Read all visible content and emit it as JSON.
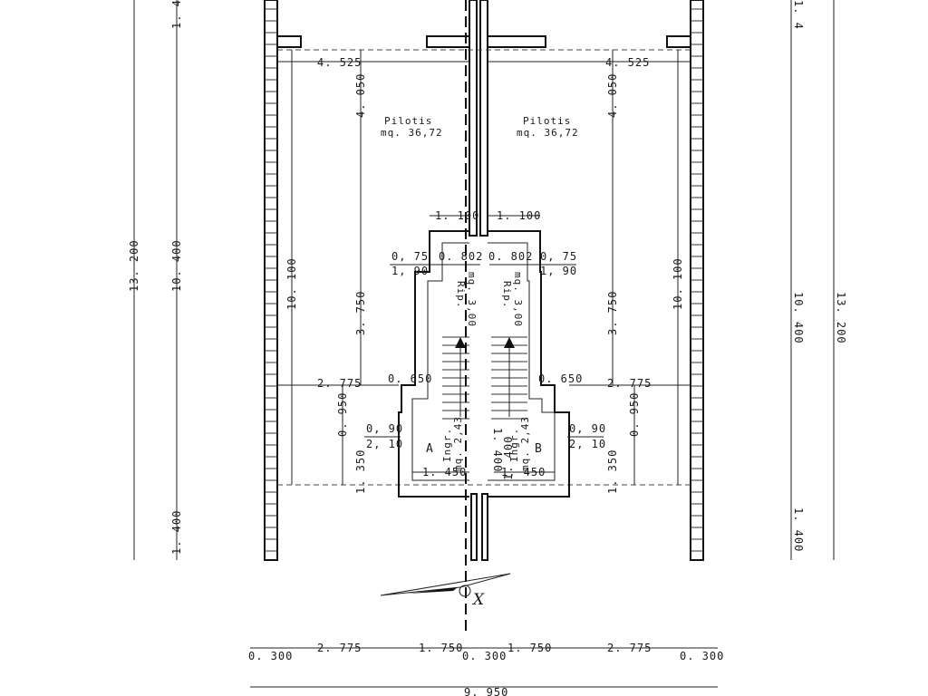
{
  "rooms": {
    "pilotis_left": {
      "name": "Pilotis",
      "area": "mq. 36,72"
    },
    "pilotis_right": {
      "name": "Pilotis",
      "area": "mq. 36,72"
    },
    "rip_left": {
      "name": "Rip.",
      "area": "mq. 3,00"
    },
    "rip_right": {
      "name": "Rip.",
      "area": "mq. 3,00"
    },
    "ingr_left": {
      "name": "Ingr.",
      "area": "mq. 2,43"
    },
    "ingr_right": {
      "name": "Ingr.",
      "area": "mq. 2,43"
    }
  },
  "unit_labels": {
    "left": "A",
    "right": "B"
  },
  "orientation_label": "X",
  "dimensions": {
    "top_left_h": "4. 525",
    "top_right_h": "4. 525",
    "v_4050_left": "4. 050",
    "v_4050_right": "4. 050",
    "v_3750_left": "3. 750",
    "v_3750_right": "3. 750",
    "v_10100_left": "10. 100",
    "v_10100_right": "10. 100",
    "v_13200_left": "13. 200",
    "v_13200_right": "13. 200",
    "v_10400_left": "10. 400",
    "v_10400_right": "10. 400",
    "v_1400_top_left": "1. 4",
    "v_1400_top_right": "1. 4",
    "v_1400_bot_left": "1. 400",
    "v_1400_bot_right": "1. 400",
    "v_0950_left": "0. 950",
    "v_0950_right": "0. 950",
    "v_1350_left": "1. 350",
    "v_1350_right": "1. 350",
    "v_1400_ingr_left": "1. 400",
    "v_1400_ingr_right": "1. 400",
    "h_1100_left": "1. 100",
    "h_1100_right": "1. 100",
    "door_075_left": "0, 75",
    "door_190_left": "1, 90",
    "door_075_right": "0, 75",
    "door_190_right": "1, 90",
    "door_0802_left": "0. 802",
    "door_0802_right": "0. 802",
    "h_2775_left": "2. 775",
    "h_2775_right": "2. 775",
    "h_0650_left": "0. 650",
    "h_0650_right": "0. 650",
    "door_090_left": "0, 90",
    "door_210_left": "2, 10",
    "door_090_right": "0, 90",
    "door_210_right": "2, 10",
    "h_1450_left": "1. 450",
    "h_1450_right": "1. 450",
    "bottom_0300_left": "0. 300",
    "bottom_2775_left": "2. 775",
    "bottom_1750_left": "1. 750",
    "bottom_0300_mid": "0. 300",
    "bottom_1750_right": "1. 750",
    "bottom_2775_right": "2. 775",
    "bottom_0300_right": "0. 300",
    "total_width": "9. 950"
  }
}
